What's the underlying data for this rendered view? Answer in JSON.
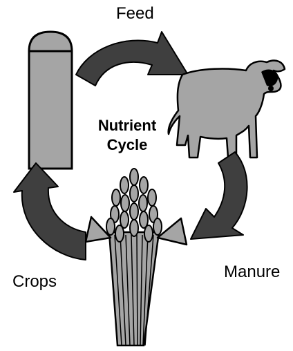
{
  "diagram": {
    "labels": {
      "feed": "Feed",
      "crops": "Crops",
      "manure": "Manure",
      "center_line1": "Nutrient",
      "center_line2": "Cycle"
    },
    "icons": [
      "silo-icon",
      "cow-icon",
      "corn-icon"
    ],
    "colors": {
      "fill_gray": "#a5a5a5",
      "arrow_dark": "#3f3f3f",
      "outline": "#000000",
      "background": "#ffffff"
    }
  }
}
